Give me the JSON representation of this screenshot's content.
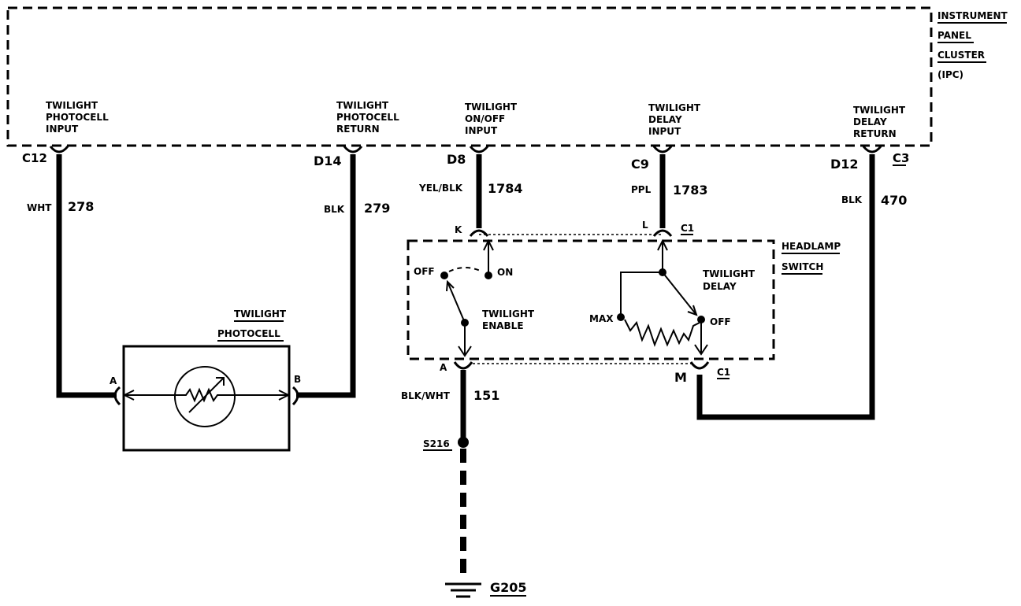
{
  "ipc": {
    "line1": "INSTRUMENT",
    "line2": "PANEL",
    "line3": "CLUSTER",
    "line4": "(IPC)"
  },
  "terminals": {
    "photocell_input": {
      "l1": "TWILIGHT",
      "l2": "PHOTOCELL",
      "l3": "INPUT",
      "pin": "C12"
    },
    "photocell_return": {
      "l1": "TWILIGHT",
      "l2": "PHOTOCELL",
      "l3": "RETURN",
      "pin": "D14"
    },
    "onoff_input": {
      "l1": "TWILIGHT",
      "l2": "ON/OFF",
      "l3": "INPUT",
      "pin": "D8"
    },
    "delay_input": {
      "l1": "TWILIGHT",
      "l2": "DELAY",
      "l3": "INPUT",
      "pin": "C9"
    },
    "delay_return": {
      "l1": "TWILIGHT",
      "l2": "DELAY",
      "l3": "RETURN",
      "pin": "D12",
      "connector": "C3"
    }
  },
  "wires": {
    "w278": {
      "color": "WHT",
      "circuit": "278"
    },
    "w279": {
      "color": "BLK",
      "circuit": "279"
    },
    "w1784": {
      "color": "YEL/BLK",
      "circuit": "1784"
    },
    "w1783": {
      "color": "PPL",
      "circuit": "1783"
    },
    "w470": {
      "color": "BLK",
      "circuit": "470"
    },
    "w151": {
      "color": "BLK/WHT",
      "circuit": "151"
    }
  },
  "headlamp_switch": {
    "title1": "HEADLAMP",
    "title2": "SWITCH",
    "pin_k": "K",
    "pin_l": "L",
    "pin_a": "A",
    "pin_m": "M",
    "conn_top": "C1",
    "conn_bottom": "C1",
    "off_label": "OFF",
    "on_label": "ON",
    "enable1": "TWILIGHT",
    "enable2": "ENABLE",
    "delay1": "TWILIGHT",
    "delay2": "DELAY",
    "max_label": "MAX",
    "delay_off_label": "OFF"
  },
  "photocell": {
    "title1": "TWILIGHT",
    "title2": "PHOTOCELL",
    "pin_a": "A",
    "pin_b": "B"
  },
  "splice": "S216",
  "ground": "G205"
}
